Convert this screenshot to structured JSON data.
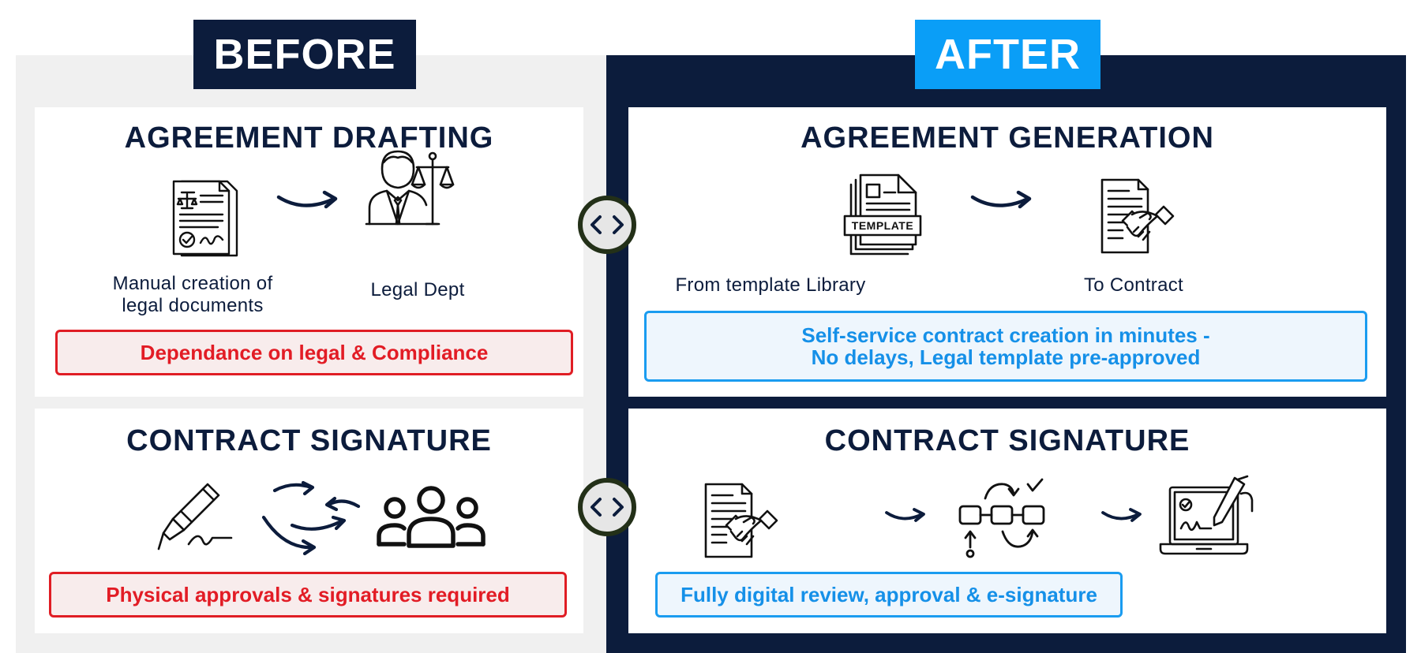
{
  "before": {
    "tag": "BEFORE",
    "drafting": {
      "title": "AGREEMENT DRAFTING",
      "caption_left_line1": "Manual creation of",
      "caption_left_line2": "legal documents",
      "caption_right": "Legal Dept",
      "callout": "Dependance on legal & Compliance"
    },
    "signature": {
      "title": "CONTRACT SIGNATURE",
      "callout": "Physical approvals & signatures required"
    }
  },
  "after": {
    "tag": "AFTER",
    "generation": {
      "title": "AGREEMENT GENERATION",
      "template_badge": "TEMPLATE",
      "caption_left": "From template Library",
      "caption_right": "To Contract",
      "callout_line1": "Self-service contract creation in minutes -",
      "callout_line2": "No delays, Legal template pre-approved"
    },
    "signature": {
      "title": "CONTRACT SIGNATURE",
      "callout": "Fully digital review, approval & e-signature"
    }
  },
  "colors": {
    "navy": "#0c1c3c",
    "blue_accent": "#0a9ef7",
    "red_callout": "#e01d24",
    "blue_callout": "#1a9cf0",
    "before_background": "#f0f0f0"
  },
  "icons": [
    "legal-document-icon",
    "arrow-right-icon",
    "lawyer-scales-icon",
    "template-document-icon",
    "contract-handshake-icon",
    "fountain-pen-icon",
    "exchange-arrows-icon",
    "group-people-icon",
    "workflow-approval-icon",
    "laptop-esignature-icon",
    "compare-toggle-icon"
  ]
}
